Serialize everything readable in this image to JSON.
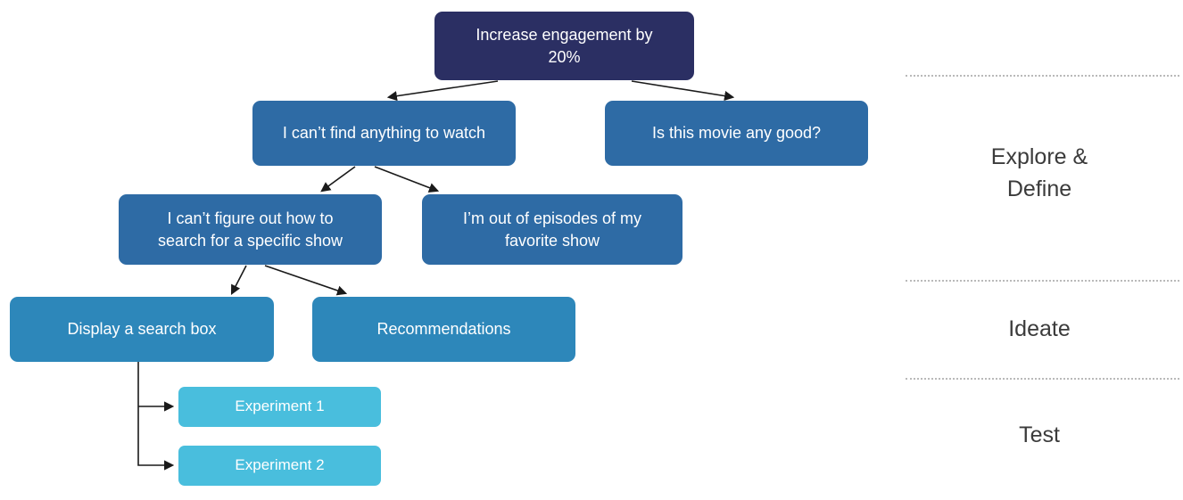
{
  "nodes": {
    "goal": {
      "label": "Increase engagement by 20%"
    },
    "cant_find": {
      "label": "I can’t find anything to watch"
    },
    "movie_good": {
      "label": "Is this movie any good?"
    },
    "figure_search": {
      "label": "I can’t figure out how to search for a specific show"
    },
    "out_of_episodes": {
      "label": "I’m out of episodes of my favorite show"
    },
    "search_box": {
      "label": "Display a search box"
    },
    "recommendations": {
      "label": "Recommendations"
    },
    "experiment_1": {
      "label": "Experiment 1"
    },
    "experiment_2": {
      "label": "Experiment 2"
    }
  },
  "stages": {
    "explore_define": {
      "label": "Explore & Define"
    },
    "ideate": {
      "label": "Ideate"
    },
    "test": {
      "label": "Test"
    }
  },
  "colors": {
    "goal_node": "#2b2f63",
    "opportunity_node": "#2e6ba5",
    "solution_node": "#2d87ba",
    "experiment_node": "#49bedd",
    "node_text": "#ffffff",
    "arrow": "#1a1a1a",
    "stage_text": "#3b3b3b",
    "divider": "#b9b9b9"
  }
}
